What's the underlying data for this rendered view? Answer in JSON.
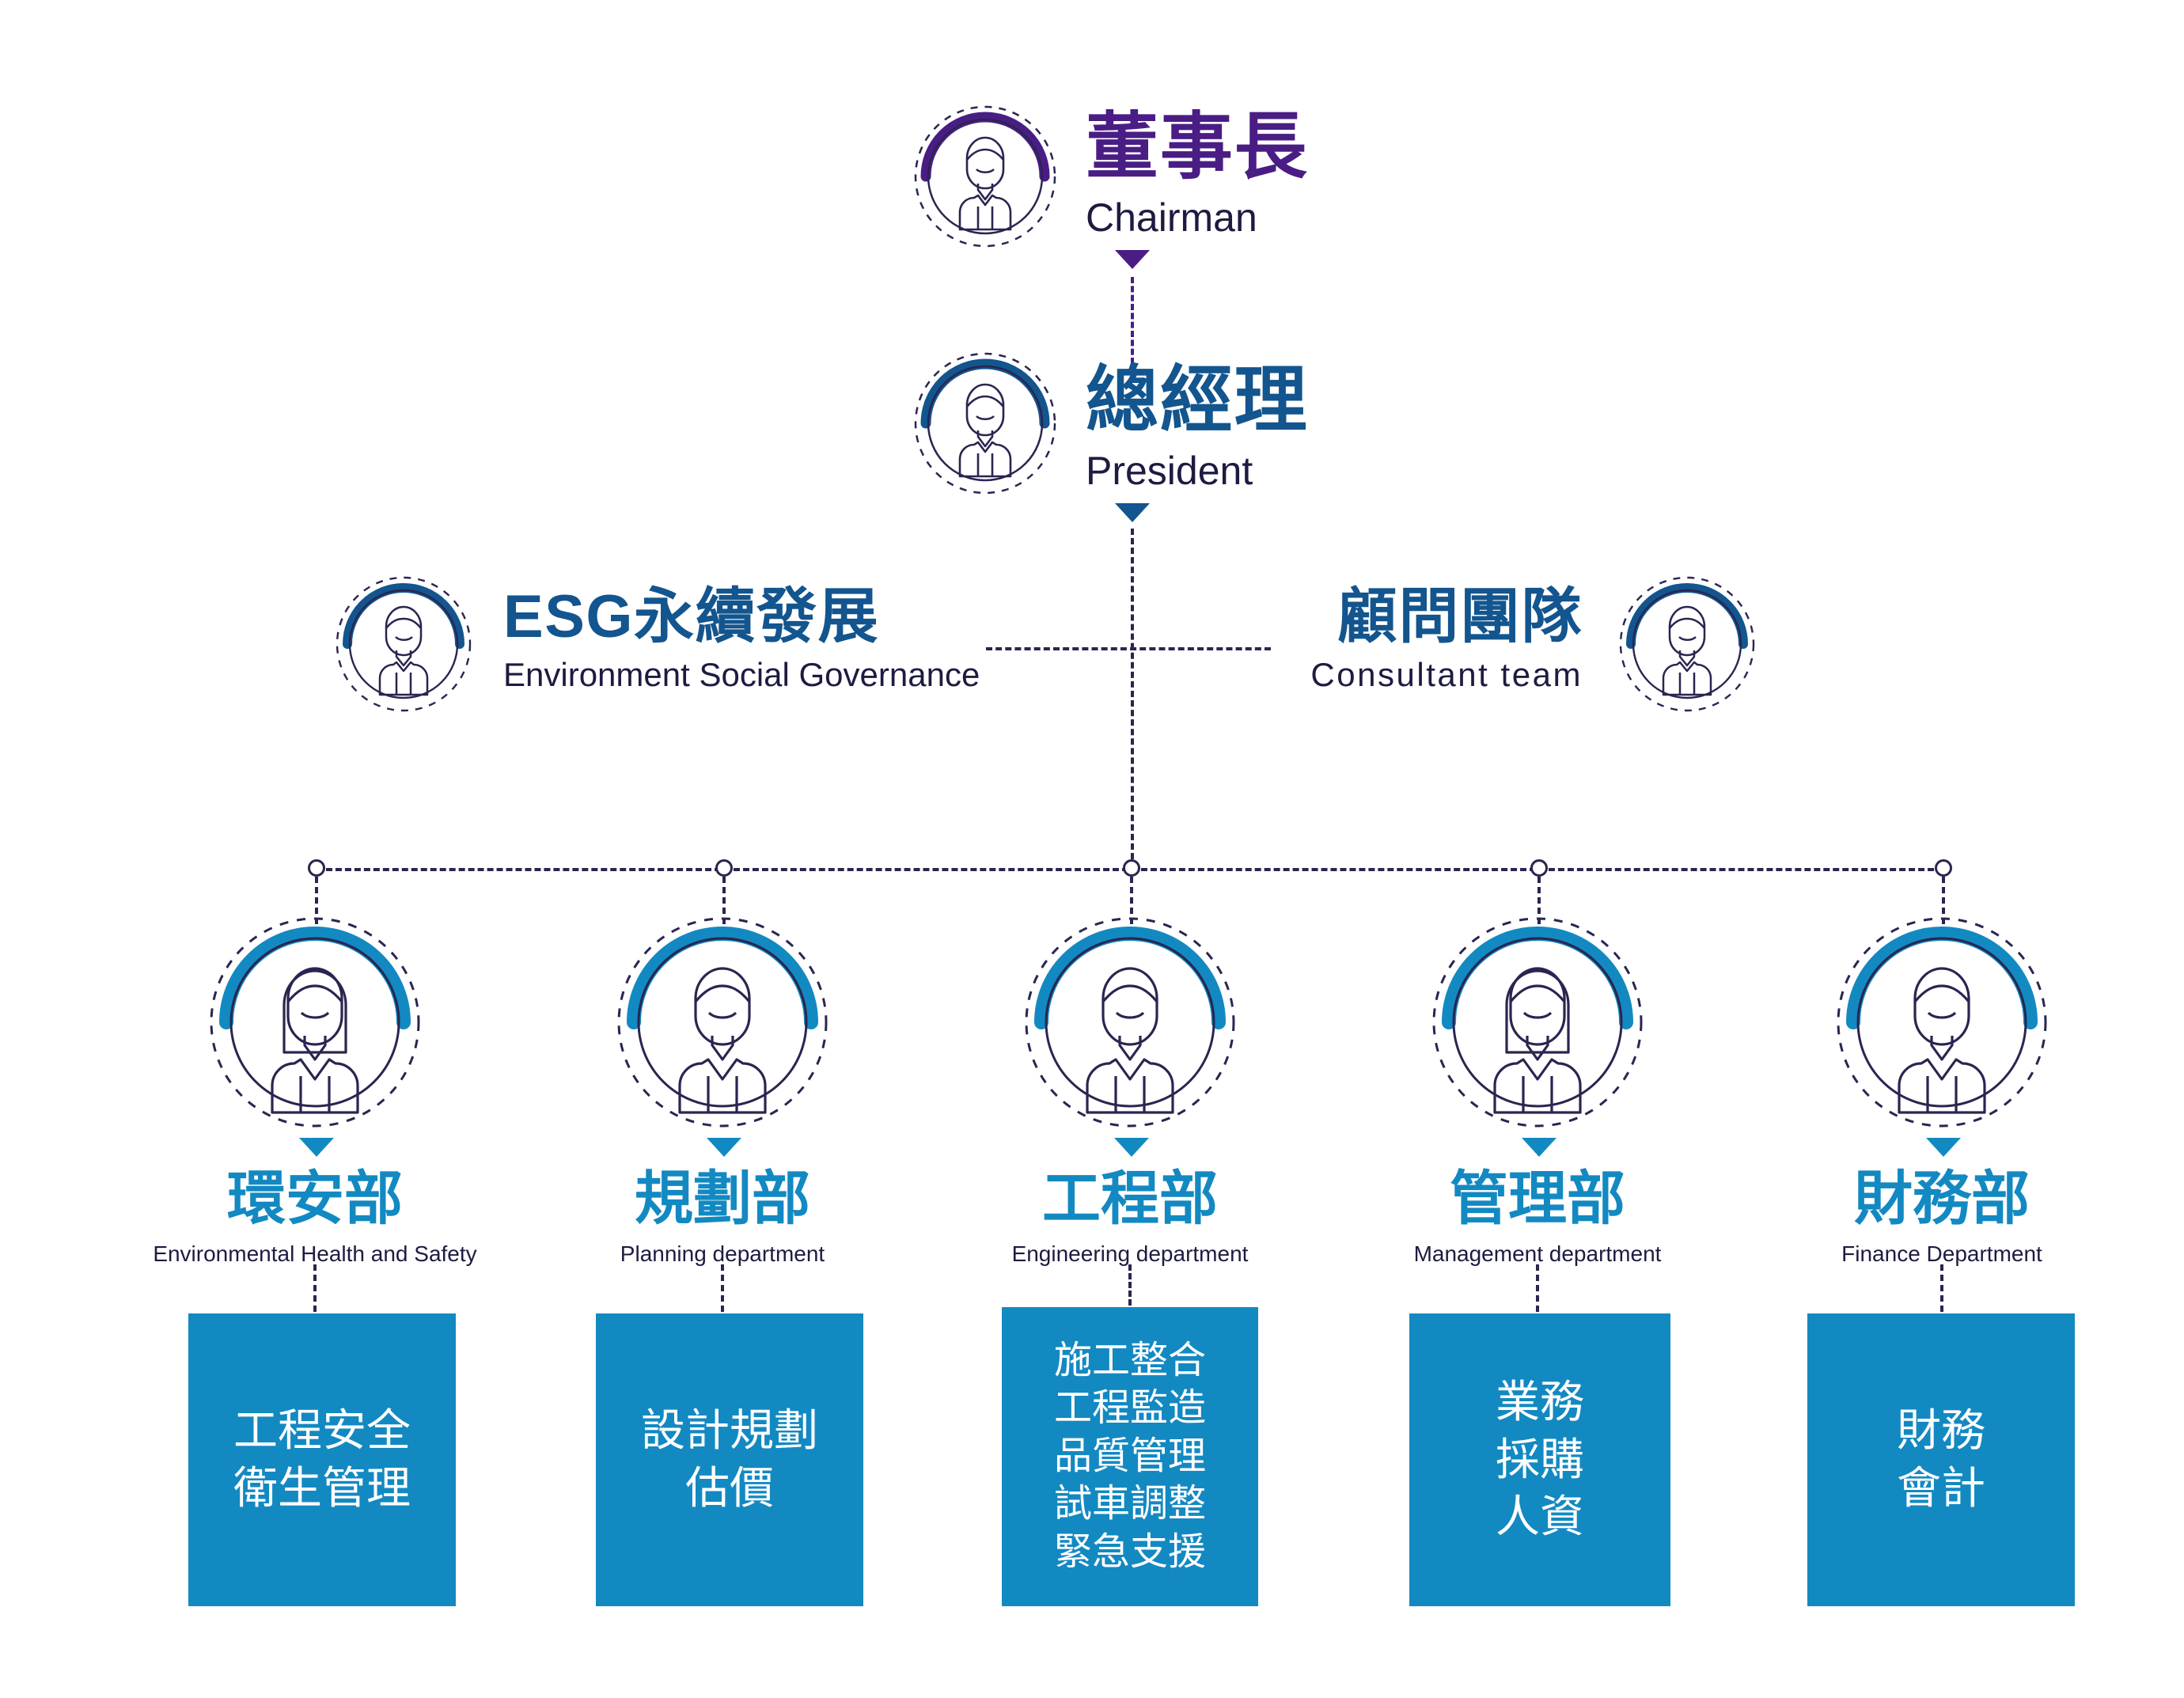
{
  "chart_title": "",
  "colors": {
    "chairman_purple": "#4a1d85",
    "president_navy": "#13558e",
    "department_cyan": "#1389c2",
    "box_blue": "#1389c2",
    "line_navy": "#2a2550",
    "text_dark": "#1d1b41",
    "background": "#ffffff"
  },
  "top": {
    "chairman": {
      "title_zh": "董事長",
      "title_en": "Chairman",
      "avatar": "male-avatar-icon",
      "accent": "#4a1d85"
    },
    "president": {
      "title_zh": "總經理",
      "title_en": "President",
      "avatar": "male-avatar-icon",
      "accent": "#13558e"
    }
  },
  "staff": {
    "esg": {
      "title_zh": "ESG永續發展",
      "title_en": "Environment Social Governance",
      "avatar": "male-avatar-icon",
      "accent": "#13558e"
    },
    "consultant": {
      "title_zh": "顧問團隊",
      "title_en": "Consultant team",
      "avatar": "male-avatar-icon",
      "accent": "#13558e"
    }
  },
  "departments": [
    {
      "zh": "環安部",
      "en": "Environmental Health and Safety",
      "avatar": "female-avatar-icon",
      "functions": [
        "工程安全",
        "衛生管理"
      ]
    },
    {
      "zh": "規劃部",
      "en": "Planning department",
      "avatar": "male-avatar-icon",
      "functions": [
        "設計規劃",
        "估價"
      ]
    },
    {
      "zh": "工程部",
      "en": "Engineering department",
      "avatar": "male-avatar-icon",
      "functions": [
        "施工整合",
        "工程監造",
        "品質管理",
        "試車調整",
        "緊急支援"
      ]
    },
    {
      "zh": "管理部",
      "en": "Management department",
      "avatar": "female-avatar-icon",
      "functions": [
        "業務",
        "採購",
        "人資"
      ]
    },
    {
      "zh": "財務部",
      "en": "Finance Department",
      "avatar": "male-avatar-icon",
      "functions": [
        "財務",
        "會計"
      ]
    }
  ]
}
